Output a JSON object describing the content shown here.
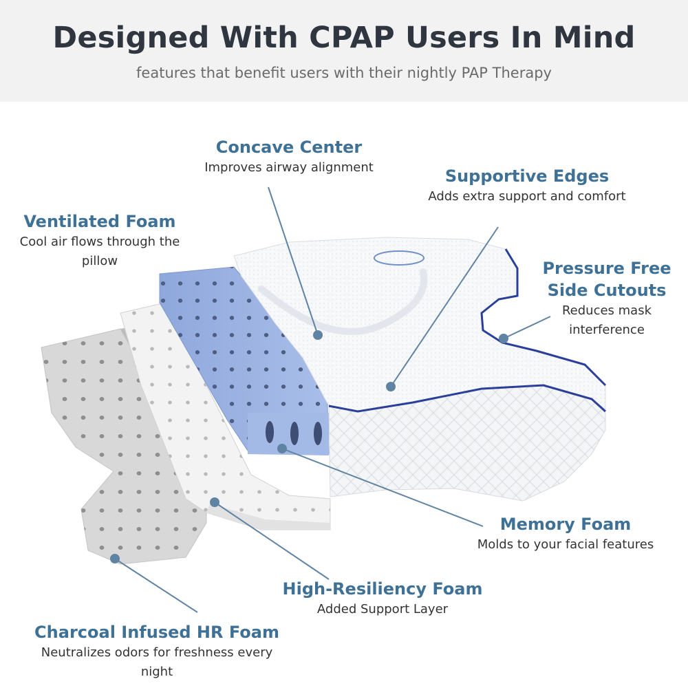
{
  "header": {
    "title": "Designed With CPAP Users In Mind",
    "subtitle": "features that benefit users with their nightly PAP Therapy"
  },
  "callouts": {
    "concave_center": {
      "title": "Concave Center",
      "desc": "Improves airway alignment"
    },
    "supportive_edges": {
      "title": "Supportive Edges",
      "desc": "Adds extra support and comfort"
    },
    "ventilated_foam": {
      "title": "Ventilated Foam",
      "desc": "Cool air flows through the pillow"
    },
    "pressure_free": {
      "title": "Pressure Free Side Cutouts",
      "desc": "Reduces mask interference"
    },
    "memory_foam": {
      "title": "Memory Foam",
      "desc": "Molds to your facial features"
    },
    "high_resiliency": {
      "title": "High-Resiliency Foam",
      "desc": "Added Support Layer"
    },
    "charcoal_hr": {
      "title": "Charcoal Infused HR Foam",
      "desc": "Neutralizes odors for freshness every night"
    }
  },
  "colors": {
    "accent": "#3f7196",
    "leader_line": "#5f83a3",
    "header_bg": "#f2f2f2",
    "memory_foam": "#9fb6e4",
    "piping": "#2a3f9a",
    "charcoal": "#d7d7d7"
  }
}
